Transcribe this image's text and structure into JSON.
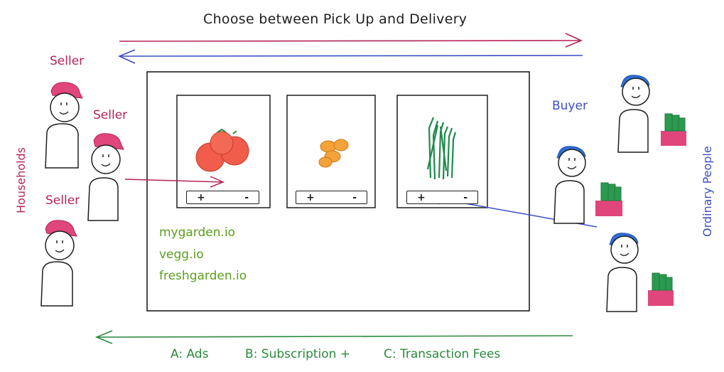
{
  "title": "Choose between Pick Up and Delivery",
  "seller_labels": [
    "Seller",
    "Seller",
    "Seller"
  ],
  "households_label": "Households",
  "buyer_label": "Buyer",
  "ordinary_people_label": "Ordinary People",
  "products": [
    {
      "name": "tomatoes",
      "plus": "+",
      "minus": "-"
    },
    {
      "name": "potatoes",
      "plus": "+",
      "minus": "-"
    },
    {
      "name": "greens",
      "plus": "+",
      "minus": "-"
    }
  ],
  "sites": [
    "mygarden.io",
    "vegg.io",
    "freshgarden.io"
  ],
  "revenue": {
    "ads": "A: Ads",
    "subscription": "B: Subscription +",
    "fees": "C: Transaction Fees"
  },
  "colors": {
    "seller": "#b5245a",
    "buyer": "#3b4fc4",
    "site": "#5a9e1d",
    "revenue": "#2b8a3e",
    "hat_seller": "#e0457b",
    "hat_buyer": "#2f6fd6",
    "money": "#2b9a50",
    "money_box": "#e0457b",
    "tomato": "#f25c4a",
    "potato": "#f5a23a",
    "greens": "#1f8a4c"
  }
}
